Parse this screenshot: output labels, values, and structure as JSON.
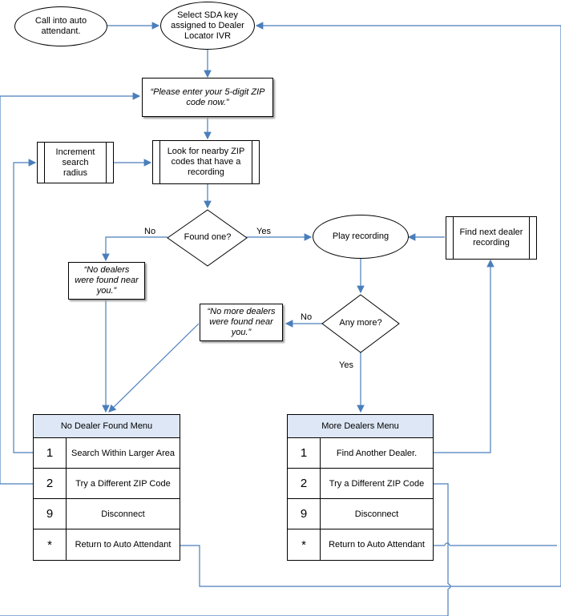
{
  "nodes": {
    "start": "Call into auto attendant.",
    "select_key": "Select SDA key assigned to Dealer Locator IVR",
    "enter_zip": "“Please enter your 5-digit ZIP code now.”",
    "look_nearby": "Look for nearby ZIP codes that have a recording",
    "increment_radius": "Increment search radius",
    "found_one": "Found one?",
    "play_recording": "Play recording",
    "find_next": "Find next dealer recording",
    "no_dealers": "“No dealers were found near you.”",
    "no_more_dealers": "“No more dealers were found near you.”",
    "any_more": "Any more?"
  },
  "edge_labels": {
    "found_no": "No",
    "found_yes": "Yes",
    "more_no": "No",
    "more_yes": "Yes"
  },
  "no_dealer_menu": {
    "title": "No Dealer Found Menu",
    "rows": [
      {
        "key": "1",
        "text": "Search Within Larger Area"
      },
      {
        "key": "2",
        "text": "Try a Different ZIP Code"
      },
      {
        "key": "9",
        "text": "Disconnect"
      },
      {
        "key": "*",
        "text": "Return to Auto Attendant"
      }
    ]
  },
  "more_dealers_menu": {
    "title": "More Dealers Menu",
    "rows": [
      {
        "key": "1",
        "text": "Find Another Dealer."
      },
      {
        "key": "2",
        "text": "Try a Different ZIP Code"
      },
      {
        "key": "9",
        "text": "Disconnect"
      },
      {
        "key": "*",
        "text": "Return to Auto Attendant"
      }
    ]
  },
  "colors": {
    "connector": "#4a7ebb",
    "menu_header": "#dde7f5"
  }
}
